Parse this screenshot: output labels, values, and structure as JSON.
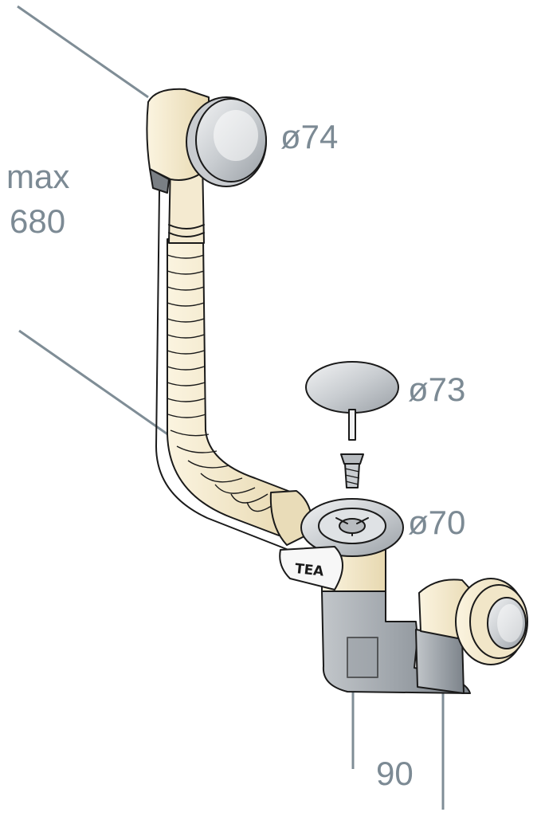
{
  "labels": {
    "max_line1": "max",
    "max_line2": "680",
    "overflow_diameter": "ø74",
    "cap_diameter": "ø73",
    "waste_diameter": "ø70",
    "trap_height": "90",
    "brand": "TEA"
  },
  "colors": {
    "dimension_text": "#7c8a94",
    "leader_line": "#7f8d96",
    "plastic": "#f4ead0",
    "metal": "#d3d6d9",
    "outline": "#1a1a1a"
  }
}
